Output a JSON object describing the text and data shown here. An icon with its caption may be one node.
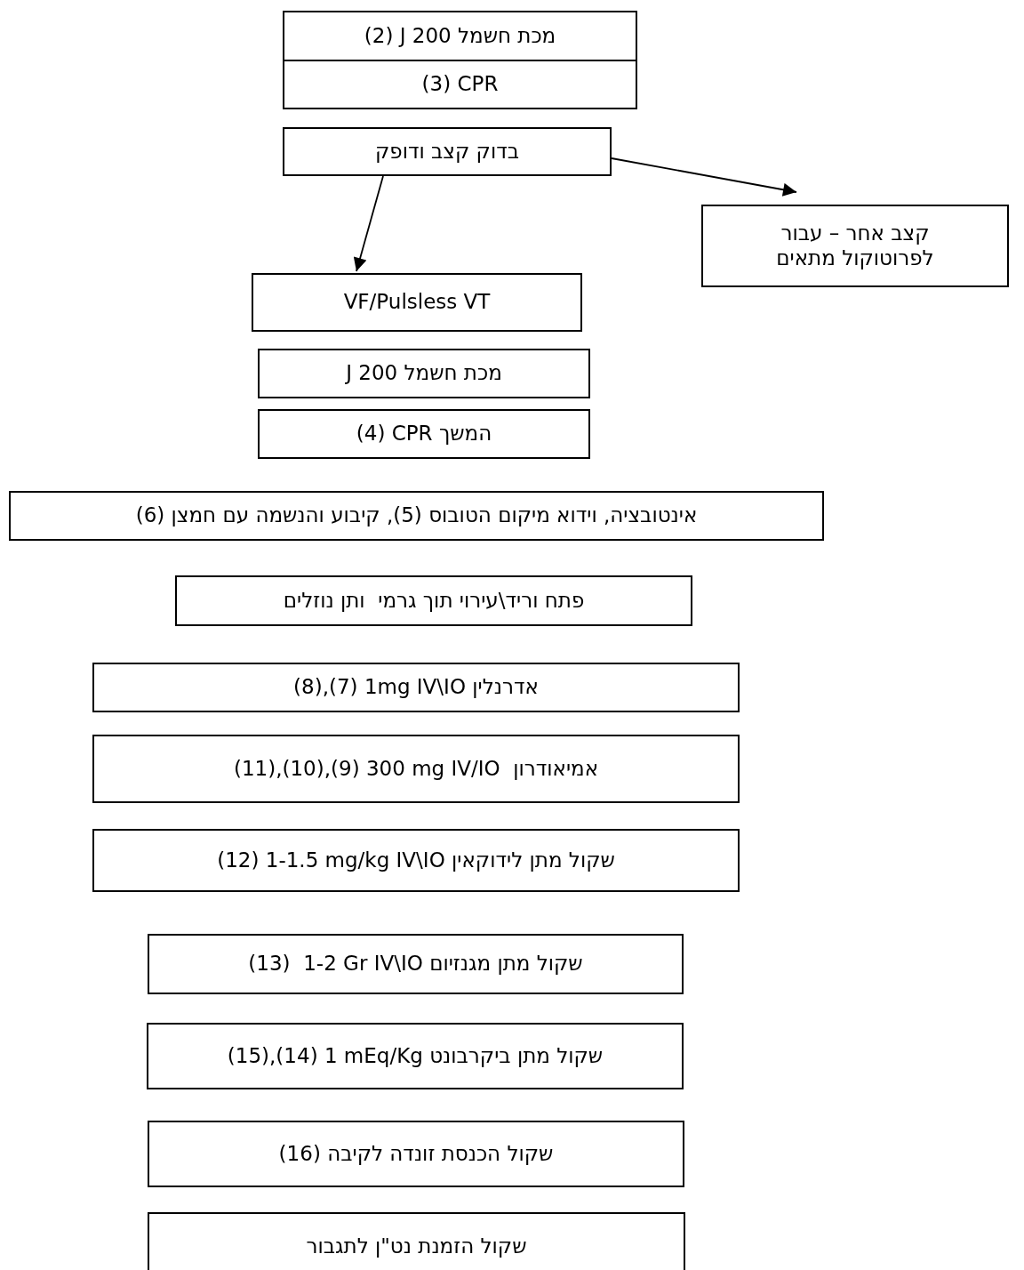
{
  "diagram": {
    "nodes": [
      {
        "text": [
          "מכת חשמל J 200 (2)"
        ]
      },
      {
        "text": [
          "(3) CPR"
        ]
      },
      {
        "text": [
          "בדוק קצב ודופק"
        ]
      },
      {
        "text": [
          "קצב אחר – עבור לפרוטוקול מתאים"
        ]
      },
      {
        "text": [
          "VF/Pulsless VT"
        ]
      },
      {
        "text": [
          "מכת חשמל J 200"
        ]
      },
      {
        "text": [
          "המשך CPR (4)"
        ]
      },
      {
        "text": [
          "אינטובציה, וידוא מיקום הטובוס (5), קיבוע והנשמה עם חמצן (6)"
        ]
      },
      {
        "text": [
          "פתח וריד\\עירוי תוך גרמי  ותן נוזלים"
        ]
      },
      {
        "text": [
          "אדרנלין 1mg IV\\IO (7),(8)"
        ]
      },
      {
        "text": [
          "אמיאודרון  300 mg IV/IO (9),(10),(11)"
        ]
      },
      {
        "text": [
          "שקול מתן לידוקאין 1-1.5 mg/kg IV\\IO (12)"
        ]
      },
      {
        "text": [
          "שקול מתן מגנזיום 1-2 Gr IV\\IO  (13)"
        ]
      },
      {
        "text": [
          "שקול מתן ביקרבונט 1 mEq/Kg (14),(15)"
        ]
      },
      {
        "text": [
          "שקול הכנסת זונדה לקיבה (16)"
        ]
      },
      {
        "text": [
          "שקול הזמנת נט\"ן לתגבור"
        ]
      }
    ],
    "edges": [
      {
        "from": 2,
        "to": 3,
        "arrow": "to"
      },
      {
        "from": 2,
        "to": 4,
        "arrow": "to"
      }
    ]
  }
}
